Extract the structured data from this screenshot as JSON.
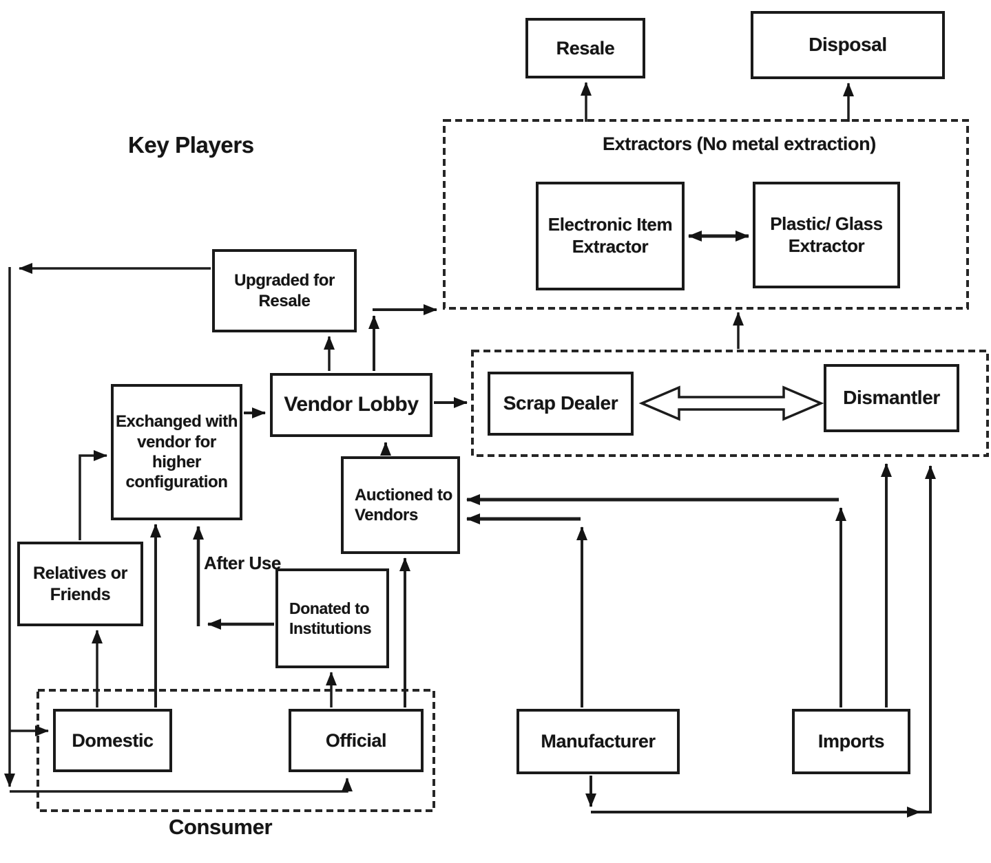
{
  "diagram": {
    "heading": "Key Players",
    "groups": {
      "extractors_title": "Extractors (No metal extraction)",
      "consumer_title": "Consumer"
    },
    "nodes": {
      "resale": "Resale",
      "disposal": "Disposal",
      "electronic_item_extractor": "Electronic Item Extractor",
      "plastic_glass_extractor": "Plastic/ Glass Extractor",
      "upgraded_for_resale": "Upgraded for Resale",
      "vendor_lobby": "Vendor Lobby",
      "scrap_dealer": "Scrap Dealer",
      "dismantler": "Dismantler",
      "exchanged_with_vendor": "Exchanged with vendor for higher configuration",
      "auctioned_to_vendors": "Auctioned to Vendors",
      "relatives_or_friends": "Relatives or Friends",
      "donated_to_institutions": "Donated to Institutions",
      "domestic": "Domestic",
      "official": "Official",
      "manufacturer": "Manufacturer",
      "imports": "Imports"
    },
    "edge_labels": {
      "after_use": "After Use"
    },
    "colors": {
      "line": "#1d1d1d",
      "box_border": "#1a1a1a",
      "background": "#ffffff"
    }
  }
}
